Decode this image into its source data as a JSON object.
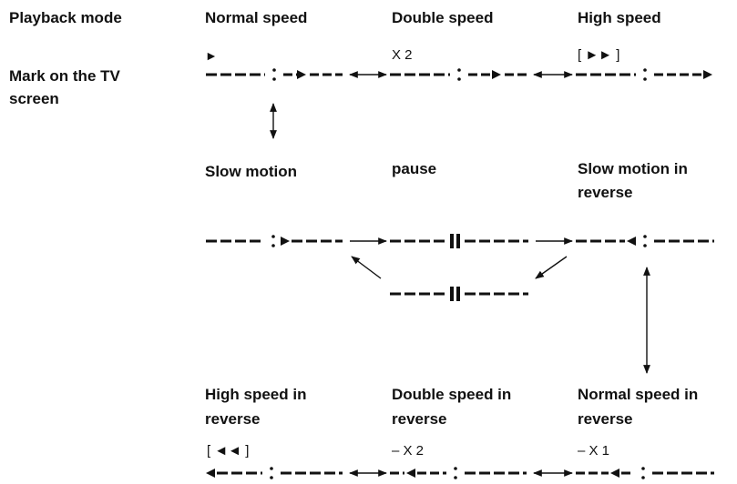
{
  "side": {
    "playback_mode": "Playback mode",
    "mark_line1": "Mark on the TV",
    "mark_line2": "screen"
  },
  "modes": {
    "normal": {
      "line1": "Normal speed",
      "symbol": "►"
    },
    "double": {
      "line1": "Double speed",
      "symbol": "X 2"
    },
    "high": {
      "line1": "High speed",
      "symbol": "[ ►► ]"
    },
    "slow": {
      "line1": "Slow motion"
    },
    "pause": {
      "line1": "pause"
    },
    "slow_rev": {
      "line1": "Slow motion in",
      "line2": "reverse"
    },
    "high_rev": {
      "line1": "High speed in",
      "line2": "reverse",
      "symbol": "[ ◄◄ ]"
    },
    "double_rev": {
      "line1": "Double speed in",
      "line2": "reverse",
      "symbol": "– X 2"
    },
    "normal_rev": {
      "line1": "Normal speed in",
      "line2": "reverse",
      "symbol": "– X 1"
    }
  }
}
